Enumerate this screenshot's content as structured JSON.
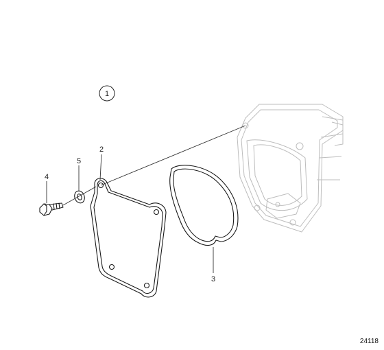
{
  "diagram": {
    "group_callout": "1",
    "callouts": [
      {
        "id": "2",
        "label": "2"
      },
      {
        "id": "3",
        "label": "3"
      },
      {
        "id": "4",
        "label": "4"
      },
      {
        "id": "5",
        "label": "5"
      }
    ],
    "document_number": "24118"
  },
  "colors": {
    "line": "#1a1a1a",
    "ghost": "#bdbdbd",
    "background": "#ffffff"
  }
}
